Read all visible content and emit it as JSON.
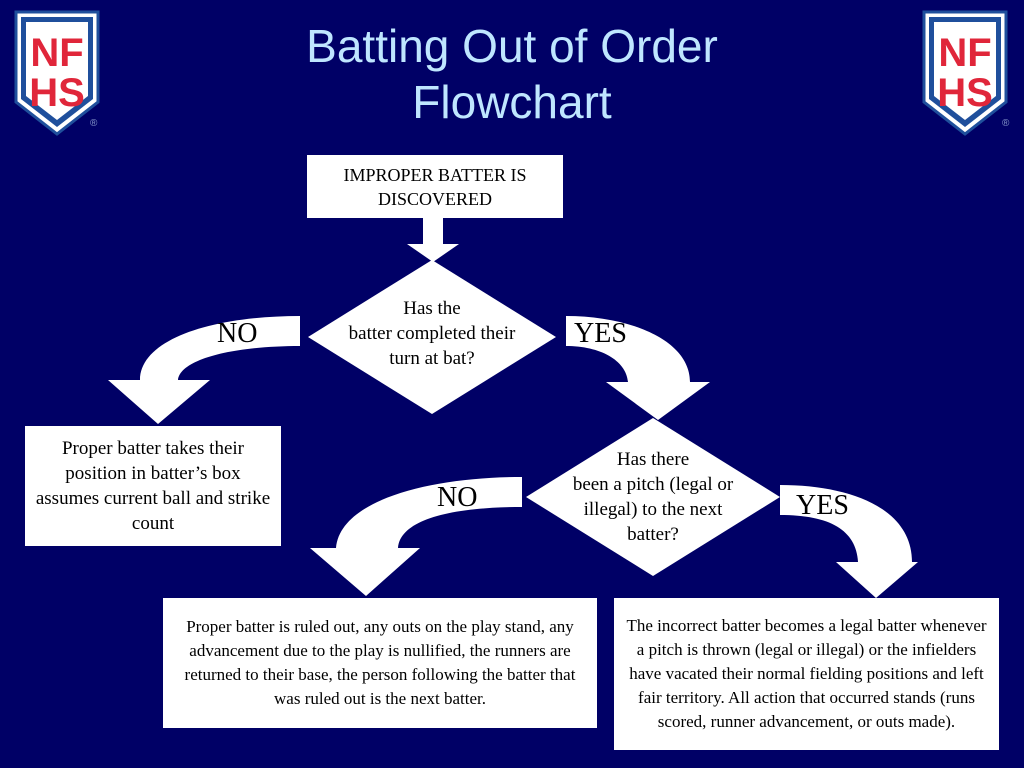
{
  "title": {
    "line1": "Batting Out of Order",
    "line2": "Flowchart"
  },
  "logo": {
    "letters_top": "NF",
    "letters_bottom": "HS",
    "mark": "®"
  },
  "nodes": {
    "start": "IMPROPER BATTER IS DISCOVERED",
    "decision1": {
      "line1": "Has the",
      "line2": "batter completed their",
      "line3": "turn at bat?"
    },
    "decision1_no": "NO",
    "decision1_yes": "YES",
    "result_no1": "Proper batter takes their position in batter’s box assumes current ball and strike count",
    "decision2": {
      "line1": "Has there",
      "line2": "been a pitch (legal or",
      "line3": "illegal) to the next",
      "line4": "batter?"
    },
    "decision2_no": "NO",
    "decision2_yes": "YES",
    "result_no2": "Proper batter is ruled out, any outs on the play stand, any advancement due to the play is nullified, the runners are returned to their base, the person following the batter that was ruled out is the next batter.",
    "result_yes2": "The incorrect batter becomes a legal batter whenever a pitch is thrown (legal or illegal) or the infielders have vacated their normal fielding positions and left fair territory.  All action that occurred stands (runs scored, runner advancement, or outs made)."
  },
  "colors": {
    "background": "#000066",
    "title": "#bfe6ff",
    "logo_red": "#e0263a",
    "logo_blue": "#1f4f9c",
    "box": "#ffffff"
  }
}
